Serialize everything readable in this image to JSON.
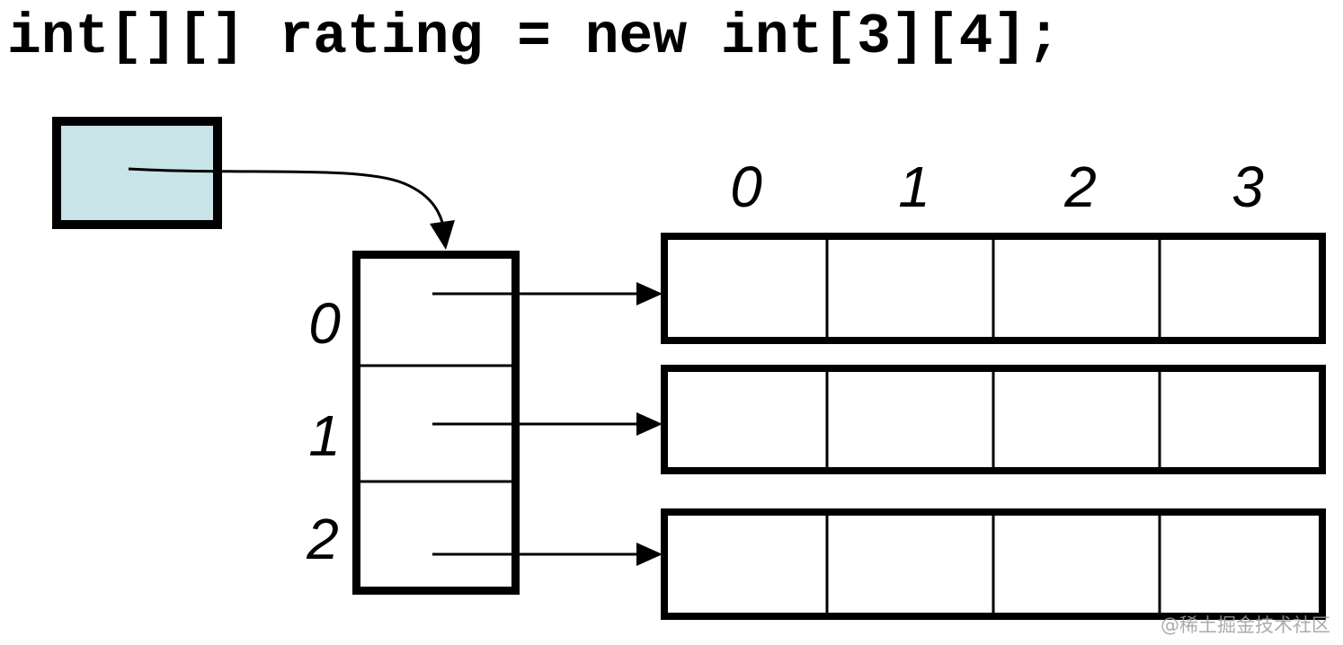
{
  "title": {
    "code": "int[][] rating = new int[3][4];"
  },
  "diagram": {
    "reference_box": {
      "fill": "#c9e4e8",
      "meaning": "reference variable box"
    },
    "spine": {
      "cell_count": 3,
      "row_labels": [
        "0",
        "1",
        "2"
      ]
    },
    "columns": {
      "labels": [
        "0",
        "1",
        "2",
        "3"
      ]
    },
    "rows": {
      "count": 3,
      "cells_per_row": 4
    }
  },
  "watermark": {
    "text": "@稀土掘金技术社区"
  },
  "colors": {
    "line": "#000000",
    "reference_fill": "#c9e4e8",
    "watermark_gray": "#9d9d9d"
  }
}
